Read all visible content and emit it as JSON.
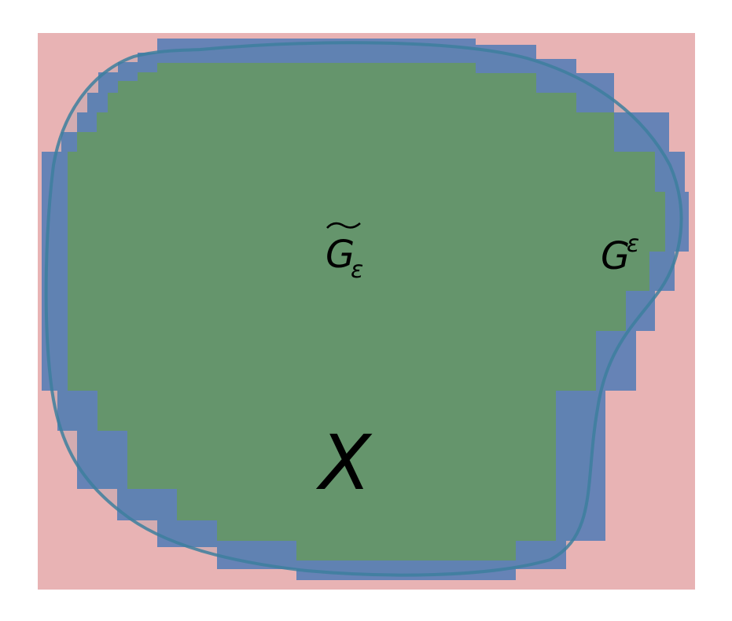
{
  "labels": {
    "inner_set": "G",
    "inner_sub": "ε",
    "outer_set": "G",
    "outer_sup": "ε",
    "region": "X"
  },
  "colors": {
    "background_region": "#e8b3b4",
    "outer_cover": "#6683b6",
    "inner_cover": "#6b9966",
    "boundary_stroke": "#3d7f9e",
    "text": "#000000"
  }
}
